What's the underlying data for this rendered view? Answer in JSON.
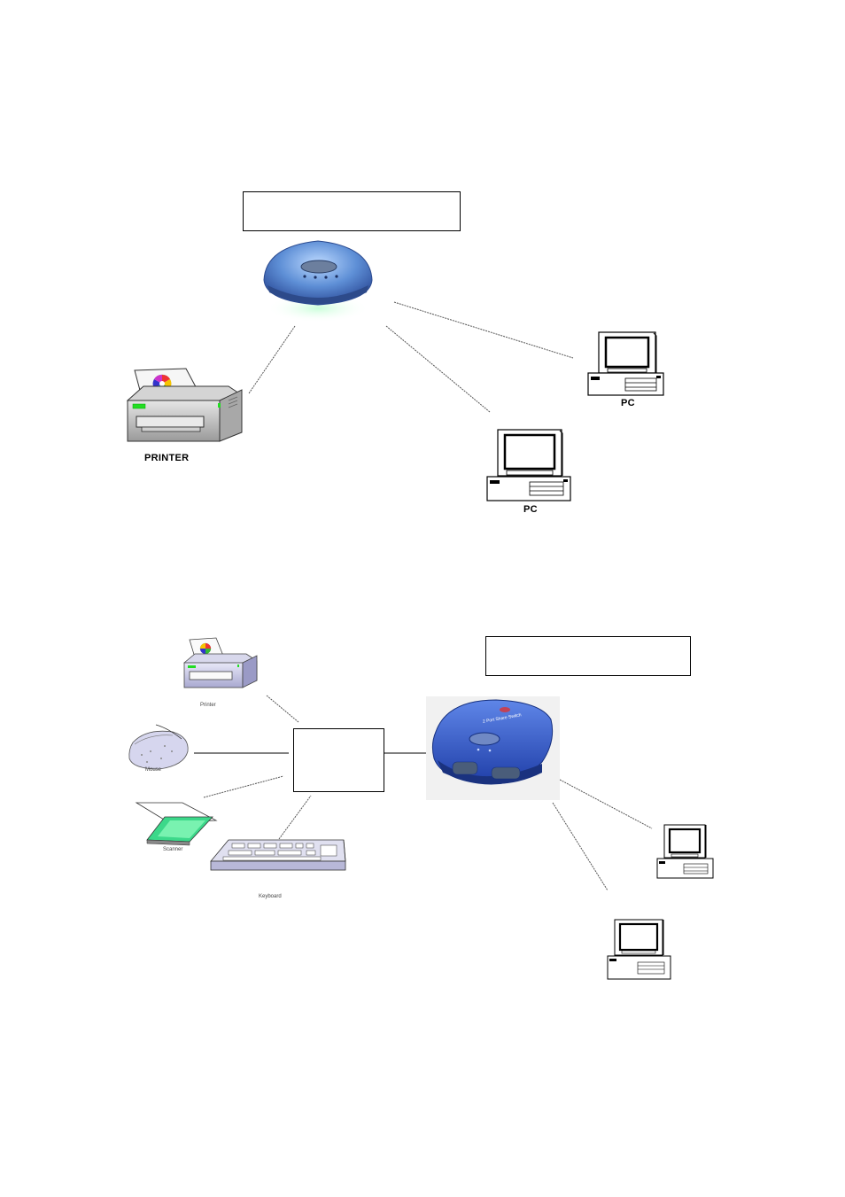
{
  "diagram_top": {
    "label_box_text": "",
    "device_name": "",
    "printer_label": "PRINTER",
    "pc_right_label": "PC",
    "pc_bottom_label": "PC"
  },
  "diagram_bottom": {
    "label_box_text": "",
    "hub_box_text": "",
    "printer_label": "Printer",
    "mouse_label": "Mouse",
    "scanner_label": "Scanner",
    "keyboard_label": "Keyboard",
    "switch_logo_text": "2 Port Share Switch"
  },
  "colors": {
    "line": "#444444",
    "device_blue": "#3a5fb8",
    "printer_body": "#c8c8c8"
  }
}
